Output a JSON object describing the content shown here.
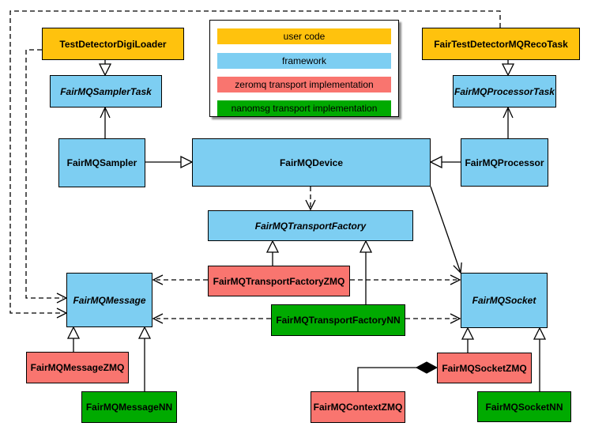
{
  "colors": {
    "user_code": "#FFC20D",
    "framework": "#7DCEF2",
    "zeromq": "#F9756F",
    "nanomsg": "#00AA00",
    "line": "#000000",
    "background": "#FFFFFF"
  },
  "legend": {
    "items": [
      {
        "label": "user code",
        "color": "#FFC20D"
      },
      {
        "label": "framework",
        "color": "#7DCEF2"
      },
      {
        "label": "zeromq transport implementation",
        "color": "#F9756F"
      },
      {
        "label": "nanomsg transport implementation",
        "color": "#00AA00"
      }
    ]
  },
  "nodes": {
    "digiLoader": {
      "label": "TestDetectorDigiLoader",
      "category": "user code",
      "abstract": false
    },
    "recoTask": {
      "label": "FairTestDetectorMQRecoTask",
      "category": "user code",
      "abstract": false
    },
    "samplerTask": {
      "label": "FairMQSamplerTask",
      "category": "framework",
      "abstract": true
    },
    "processorTask": {
      "label": "FairMQProcessorTask",
      "category": "framework",
      "abstract": true
    },
    "sampler": {
      "label": "FairMQSampler",
      "category": "framework",
      "abstract": false
    },
    "device": {
      "label": "FairMQDevice",
      "category": "framework",
      "abstract": false
    },
    "processor": {
      "label": "FairMQProcessor",
      "category": "framework",
      "abstract": false
    },
    "transportFactory": {
      "label": "FairMQTransportFactory",
      "category": "framework",
      "abstract": true
    },
    "factoryZMQ": {
      "label": "FairMQTransportFactoryZMQ",
      "category": "zeromq",
      "abstract": false
    },
    "factoryNN": {
      "label": "FairMQTransportFactoryNN",
      "category": "nanomsg",
      "abstract": false
    },
    "message": {
      "label": "FairMQMessage",
      "category": "framework",
      "abstract": true
    },
    "socket": {
      "label": "FairMQSocket",
      "category": "framework",
      "abstract": true
    },
    "messageZMQ": {
      "label": "FairMQMessageZMQ",
      "category": "zeromq",
      "abstract": false
    },
    "messageNN": {
      "label": "FairMQMessageNN",
      "category": "nanomsg",
      "abstract": false
    },
    "socketZMQ": {
      "label": "FairMQSocketZMQ",
      "category": "zeromq",
      "abstract": false
    },
    "socketNN": {
      "label": "FairMQSocketNN",
      "category": "nanomsg",
      "abstract": false
    },
    "contextZMQ": {
      "label": "FairMQContextZMQ",
      "category": "zeromq",
      "abstract": false
    }
  },
  "relationships": [
    {
      "from": "TestDetectorDigiLoader",
      "to": "FairMQSamplerTask",
      "type": "inheritance"
    },
    {
      "from": "FairTestDetectorMQRecoTask",
      "to": "FairMQProcessorTask",
      "type": "inheritance"
    },
    {
      "from": "FairMQSampler",
      "to": "FairMQDevice",
      "type": "inheritance"
    },
    {
      "from": "FairMQProcessor",
      "to": "FairMQDevice",
      "type": "inheritance"
    },
    {
      "from": "FairMQSampler",
      "to": "FairMQSamplerTask",
      "type": "association"
    },
    {
      "from": "FairMQProcessor",
      "to": "FairMQProcessorTask",
      "type": "association"
    },
    {
      "from": "FairMQDevice",
      "to": "FairMQSocket",
      "type": "association"
    },
    {
      "from": "FairMQDevice",
      "to": "FairMQTransportFactory",
      "type": "dependency"
    },
    {
      "from": "TestDetectorDigiLoader",
      "to": "FairMQMessage",
      "type": "dependency"
    },
    {
      "from": "FairTestDetectorMQRecoTask",
      "to": "FairMQMessage",
      "type": "dependency"
    },
    {
      "from": "FairMQTransportFactoryZMQ",
      "to": "FairMQTransportFactory",
      "type": "inheritance"
    },
    {
      "from": "FairMQTransportFactoryNN",
      "to": "FairMQTransportFactory",
      "type": "inheritance"
    },
    {
      "from": "FairMQTransportFactoryZMQ",
      "to": "FairMQMessage",
      "type": "dependency"
    },
    {
      "from": "FairMQTransportFactoryZMQ",
      "to": "FairMQSocket",
      "type": "dependency"
    },
    {
      "from": "FairMQTransportFactoryNN",
      "to": "FairMQMessage",
      "type": "dependency"
    },
    {
      "from": "FairMQTransportFactoryNN",
      "to": "FairMQSocket",
      "type": "dependency"
    },
    {
      "from": "FairMQMessageZMQ",
      "to": "FairMQMessage",
      "type": "inheritance"
    },
    {
      "from": "FairMQMessageNN",
      "to": "FairMQMessage",
      "type": "inheritance"
    },
    {
      "from": "FairMQSocketZMQ",
      "to": "FairMQSocket",
      "type": "inheritance"
    },
    {
      "from": "FairMQSocketNN",
      "to": "FairMQSocket",
      "type": "inheritance"
    },
    {
      "from": "FairMQContextZMQ",
      "to": "FairMQSocketZMQ",
      "type": "composition"
    }
  ]
}
